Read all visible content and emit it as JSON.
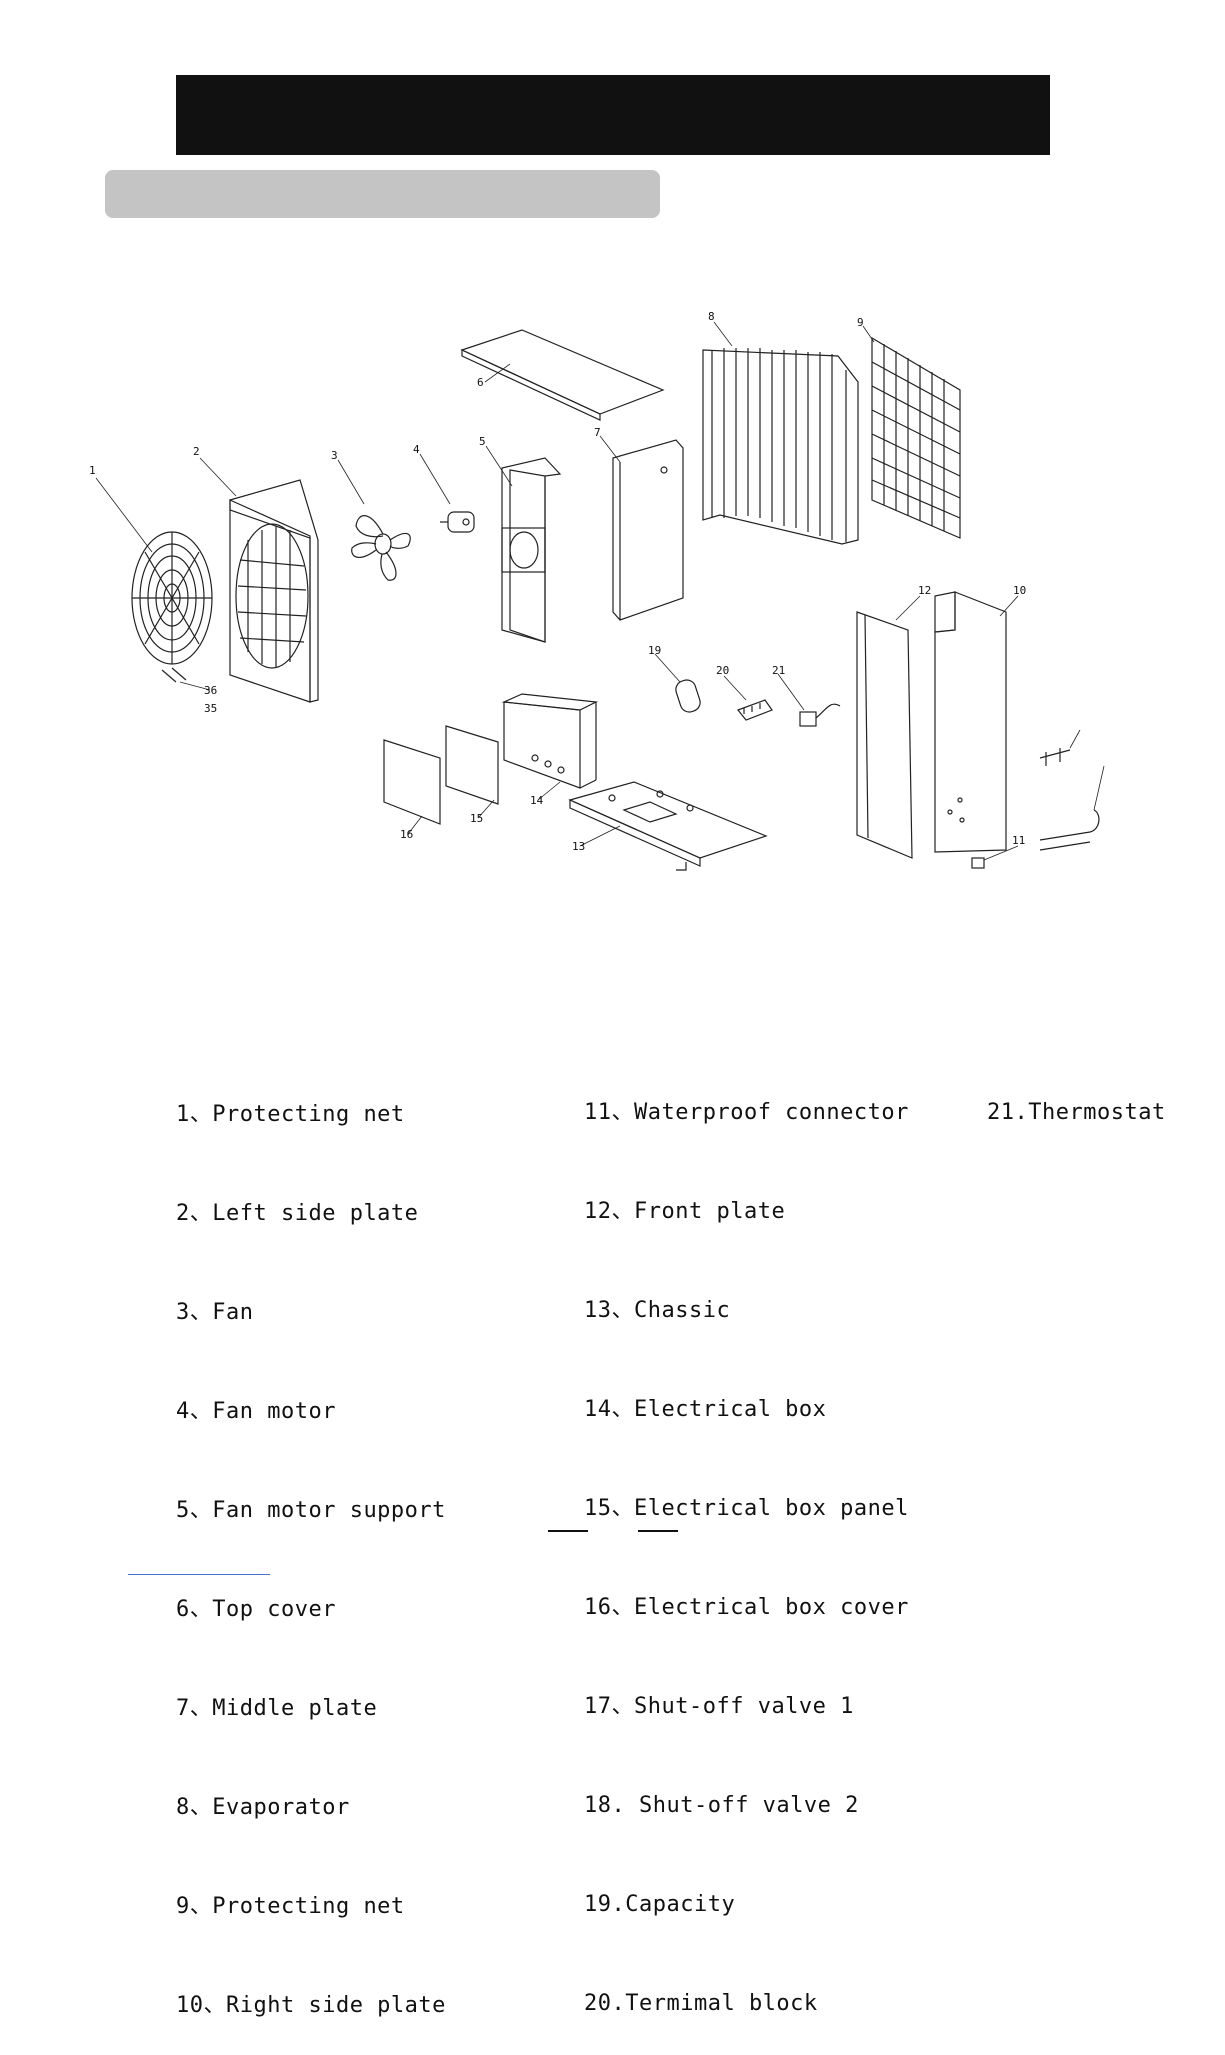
{
  "parts_list": {
    "column1": [
      "1、Protecting net",
      "2、Left side plate",
      "3、Fan",
      "4、Fan motor",
      "5、Fan motor support",
      "6、Top cover",
      "7、Middle plate",
      "8、Evaporator",
      "9、Protecting net",
      "10、Right side plate"
    ],
    "column2": [
      "11、Waterproof connector",
      "12、Front plate",
      "13、Chassic",
      "14、Electrical box",
      "15、Electrical box panel",
      "16、Electrical box cover",
      "17、Shut-off valve 1",
      "18. Shut-off valve 2",
      "19.Capacity",
      "20.Termimal block"
    ],
    "column3": [
      "21.Thermostat"
    ]
  },
  "callouts": {
    "c1": "1",
    "c2": "2",
    "c3": "3",
    "c4": "4",
    "c5": "5",
    "c6": "6",
    "c7": "7",
    "c8": "8",
    "c9": "9",
    "c10": "10",
    "c11": "11",
    "c12": "12",
    "c13": "13",
    "c14": "14",
    "c15": "15",
    "c16": "16",
    "c19": "19",
    "c20": "20",
    "c21": "21",
    "c35": "35",
    "c36": "36"
  }
}
